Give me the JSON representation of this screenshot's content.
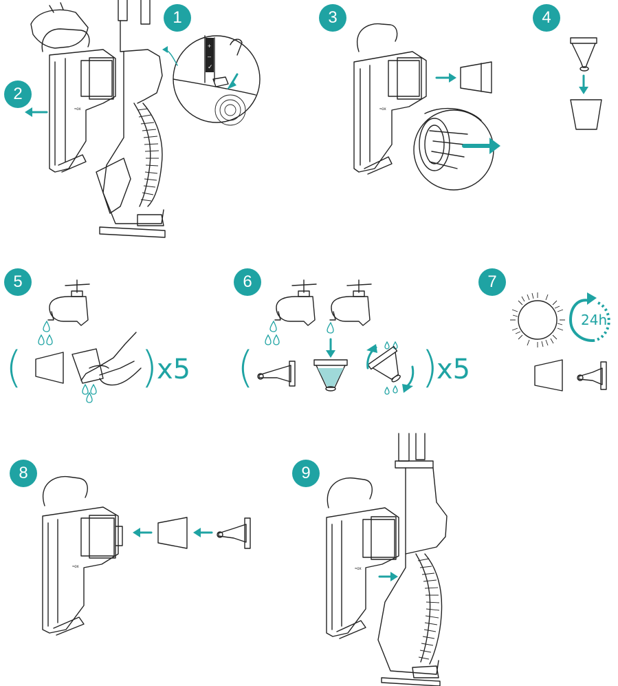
{
  "colors": {
    "accent": "#1fa3a3",
    "line": "#222222"
  },
  "steps": [
    {
      "number": "1"
    },
    {
      "number": "2"
    },
    {
      "number": "3"
    },
    {
      "number": "4"
    },
    {
      "number": "5"
    },
    {
      "number": "6"
    },
    {
      "number": "7"
    },
    {
      "number": "8"
    },
    {
      "number": "9"
    }
  ],
  "labels": {
    "repeat_5": "x5",
    "repeat_6": "x5",
    "dry_time": "24h",
    "paren_open": "(",
    "paren_close": ")"
  },
  "icons": [
    "faucet-icon",
    "water-drop-icon",
    "sun-icon",
    "clock-arrow-icon",
    "arrow-right-icon",
    "arrow-left-icon",
    "arrow-down-icon",
    "rotate-arrows-icon"
  ]
}
